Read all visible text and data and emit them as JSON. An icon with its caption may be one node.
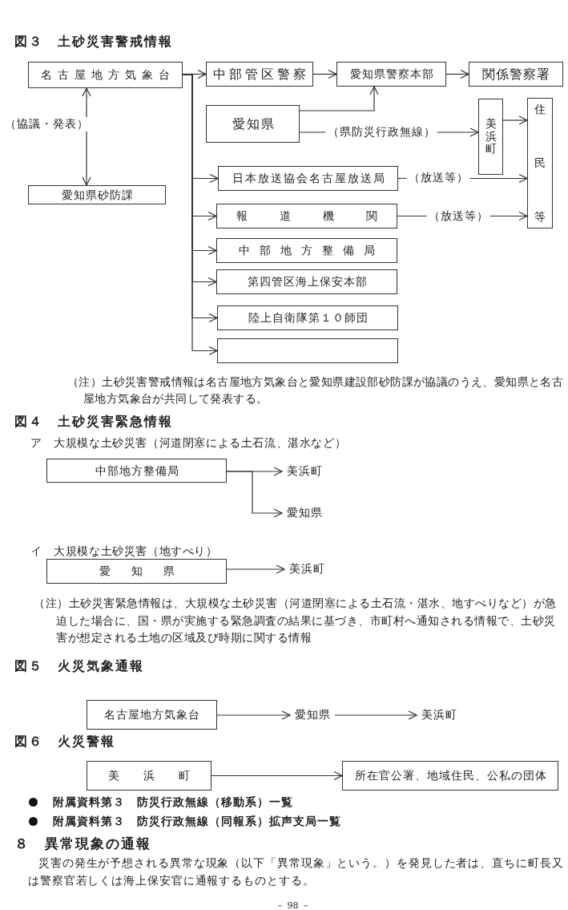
{
  "diagram": {
    "nodes": [
      {
        "text": [
          "名古屋地方気象台"
        ]
      },
      {
        "text": [
          "愛知県砂防課"
        ]
      },
      {
        "text": [
          "中部管区警察"
        ]
      },
      {
        "text": [
          "愛知県警察本部"
        ]
      },
      {
        "text": [
          "関係警察署"
        ]
      },
      {
        "text": [
          "愛知県"
        ]
      },
      {
        "text": [
          "美浜町"
        ]
      },
      {
        "text": [
          "住民等"
        ]
      },
      {
        "text": [
          "日本放送協会名古屋放送局"
        ]
      },
      {
        "text": [
          "報道機関"
        ]
      },
      {
        "text": [
          "中部地方整備局"
        ]
      },
      {
        "text": [
          "第四管区海上保安本部"
        ]
      },
      {
        "text": [
          "陸上自衛隊第１０師団"
        ]
      },
      {
        "text": [],
        "shape": "box"
      },
      {
        "text": [
          "中部地方整備局"
        ]
      },
      {
        "text": [
          "美浜町"
        ]
      },
      {
        "text": [
          "愛知県"
        ]
      },
      {
        "text": [
          "愛　知　県"
        ]
      },
      {
        "text": [
          "美浜町"
        ]
      },
      {
        "text": [
          "名古屋地方気象台"
        ]
      },
      {
        "text": [
          "愛知県"
        ]
      },
      {
        "text": [
          "美浜町"
        ]
      },
      {
        "text": [
          "美　浜　町"
        ]
      },
      {
        "text": [
          "所在官公署、地域住民、公私の団体"
        ]
      }
    ],
    "edges": [
      {
        "from": 0,
        "to": 1,
        "arrow": "both",
        "label": "（協議・発表）"
      },
      {
        "from": 0,
        "to": 2,
        "arrow": "to"
      },
      {
        "from": 0,
        "to": 8,
        "arrow": "to"
      },
      {
        "from": 0,
        "to": 9,
        "arrow": "to"
      },
      {
        "from": 0,
        "to": 10,
        "arrow": "to"
      },
      {
        "from": 0,
        "to": 11,
        "arrow": "to"
      },
      {
        "from": 0,
        "to": 12,
        "arrow": "to"
      },
      {
        "from": 0,
        "to": 13,
        "arrow": "to"
      },
      {
        "from": 2,
        "to": 3,
        "arrow": "to"
      },
      {
        "from": 3,
        "to": 4,
        "arrow": "to"
      },
      {
        "from": 5,
        "to": 3,
        "arrow": "to"
      },
      {
        "from": 5,
        "to": 6,
        "arrow": "to",
        "label": "（県防災行政無線）"
      },
      {
        "from": 6,
        "to": 7,
        "arrow": "to"
      },
      {
        "from": 8,
        "to": 7,
        "arrow": "to",
        "label": "（放送等）"
      },
      {
        "from": 9,
        "to": 7,
        "arrow": "to",
        "label": "（放送等）"
      },
      {
        "from": 14,
        "to": 15,
        "arrow": "to"
      },
      {
        "from": 14,
        "to": 16,
        "arrow": "to"
      },
      {
        "from": 17,
        "to": 18,
        "arrow": "to"
      },
      {
        "from": 19,
        "to": 20,
        "arrow": "to"
      },
      {
        "from": 20,
        "to": 21,
        "arrow": "to"
      },
      {
        "from": 22,
        "to": 23,
        "arrow": "to"
      }
    ],
    "labels": [
      "図３　土砂災害警戒情報",
      "（注）土砂災害警戒情報は名古屋地方気象台と愛知県建設部砂防課が協議のうえ、愛知県と名古屋地方気象台が共同して発表する。",
      "図４　土砂災害緊急情報",
      "ア　大規模な土砂災害（河道閉塞による土石流、湛水など）",
      "イ　大規模な土砂災害（地すべり）",
      "（注）土砂災害緊急情報は、大規模な土砂災害（河道閉塞による土石流・湛水、地すべりなど）が急迫した場合に、国・県が実施する緊急調査の結果に基づき、市町村へ通知される情報で、土砂災害が想定される土地の区域及び時期に関する情報",
      "図５　火災気象通報",
      "図６　火災警報",
      "附属資料第３　防災行政無線（移動系）一覧",
      "附属資料第３　防災行政無線（同報系）拡声支局一覧",
      "８　異常現象の通報",
      "災害の発生が予想される異常な現象（以下「異常現象」という。）を発見した者は、直ちに町長又は警察官若しくは海上保安官に通報するものとする。",
      "－ 98 －"
    ]
  }
}
